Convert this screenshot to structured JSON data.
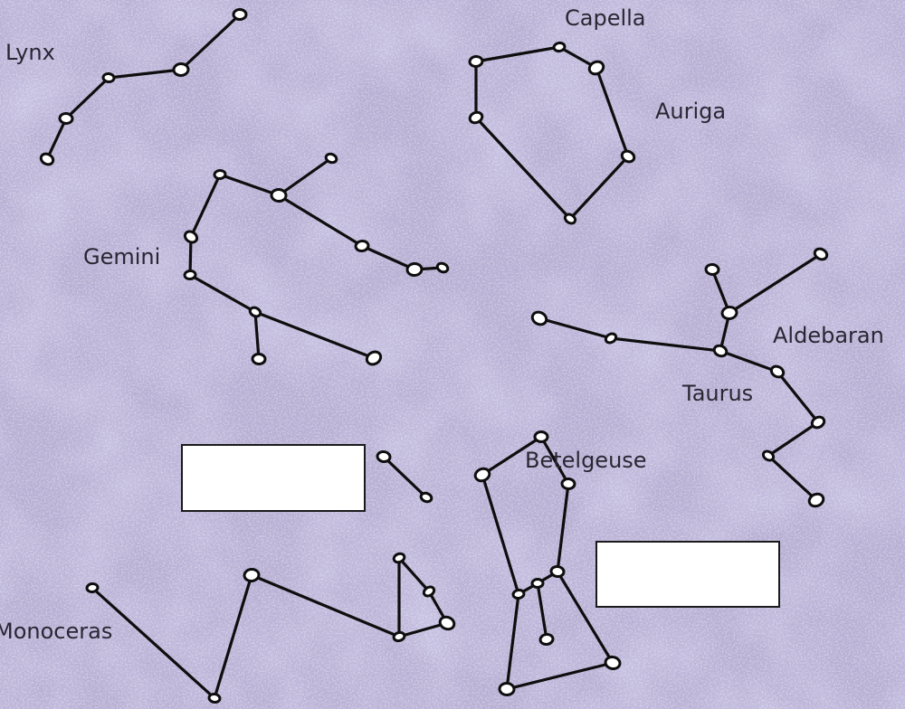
{
  "colors": {
    "background_base": "#b7aed3",
    "background_light": "#d9d3e8",
    "background_dark": "#948bc2",
    "line": "#0e0e0e",
    "star_fill": "#ffffff",
    "answer_box": "#ffffff"
  },
  "labels": {
    "lynx": "Lynx",
    "capella": "Capella",
    "auriga": "Auriga",
    "gemini": "Gemini",
    "aldebaran": "Aldebaran",
    "taurus": "Taurus",
    "betelgeuse": "Betelgeuse",
    "monoceras": "Monoceras"
  },
  "answer_boxes": [
    {
      "text": ""
    },
    {
      "text": ""
    }
  ]
}
